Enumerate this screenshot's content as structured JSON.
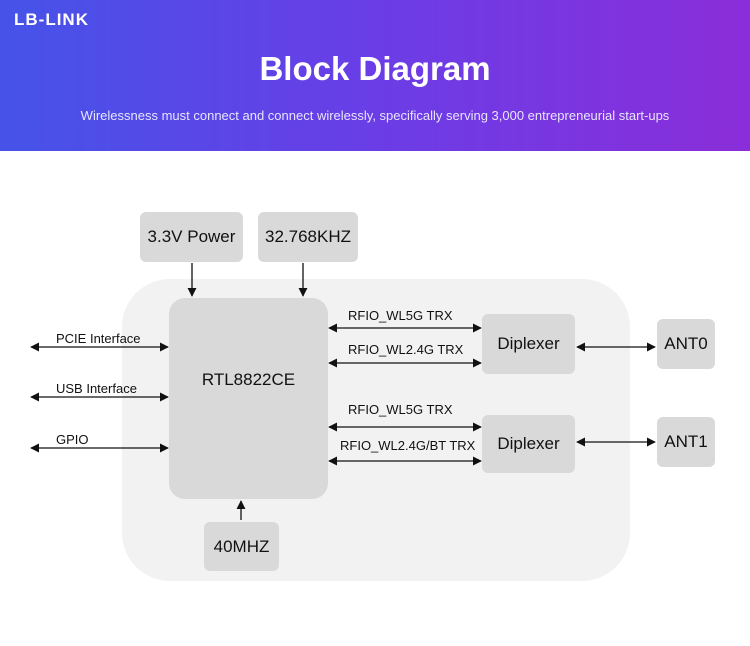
{
  "header": {
    "logo": "LB-LINK",
    "title": "Block Diagram",
    "subtitle": "Wirelessness must connect and connect wirelessly, specifically serving 3,000 entrepreneurial start-ups"
  },
  "diagram": {
    "power": "3.3V Power",
    "clock_32k": "32.768KHZ",
    "chip": "RTL8822CE",
    "clock_40m": "40MHZ",
    "diplexer_top": "Diplexer",
    "diplexer_bottom": "Diplexer",
    "ant0": "ANT0",
    "ant1": "ANT1",
    "interfaces": [
      "PCIE Interface",
      "USB Interface",
      "GPIO"
    ],
    "signals": [
      "RFIO_WL5G TRX",
      "RFIO_WL2.4G TRX",
      "RFIO_WL5G TRX",
      "RFIO_WL2.4G/BT TRX"
    ]
  }
}
